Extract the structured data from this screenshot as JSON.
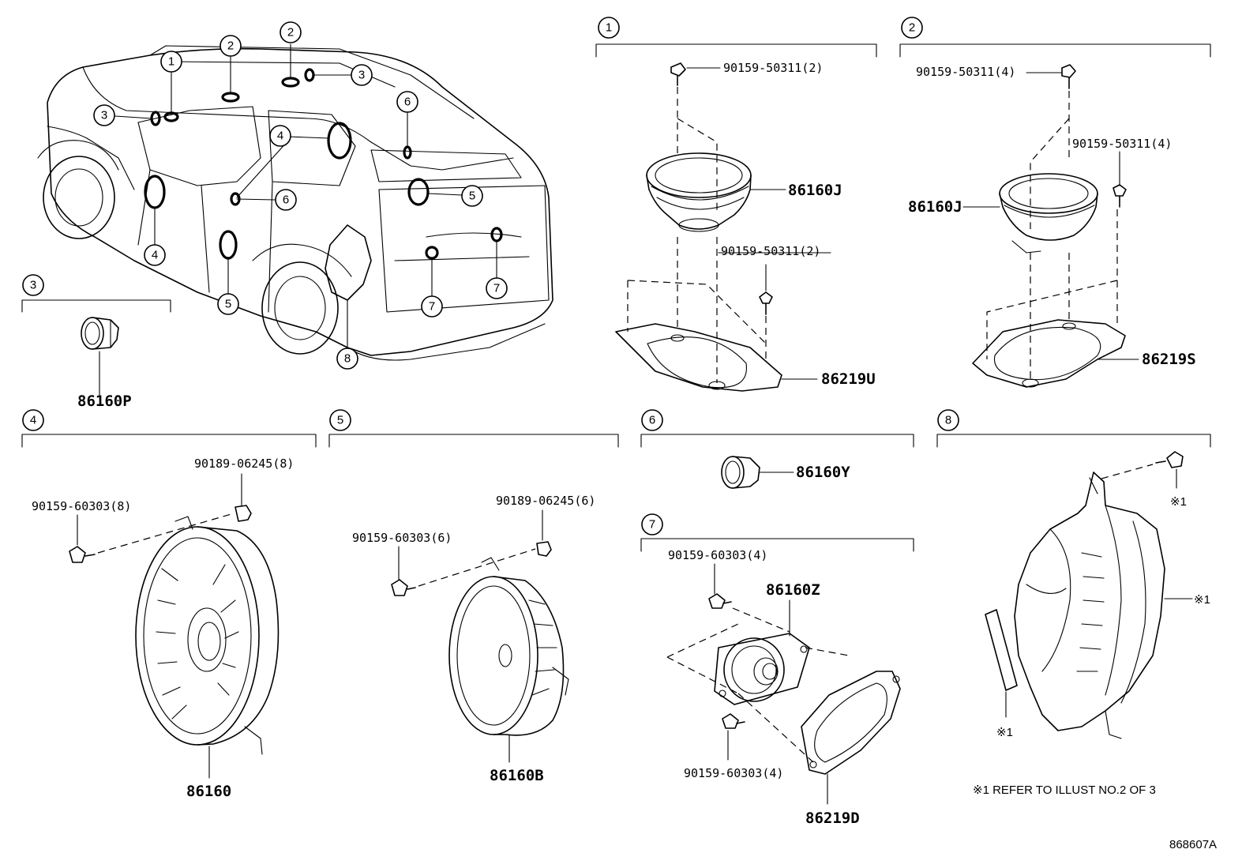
{
  "callouts": {
    "c1": "1",
    "c2": "2",
    "c3": "3",
    "c4": "4",
    "c5": "5",
    "c6": "6",
    "c7": "7",
    "c8": "8"
  },
  "parts": {
    "p86160P": "86160P",
    "p86160J": "86160J",
    "p86219U": "86219U",
    "p86219S": "86219S",
    "p86160": "86160",
    "p86160B": "86160B",
    "p86160Y": "86160Y",
    "p86160Z": "86160Z",
    "p86219D": "86219D",
    "screw_50311_2": "90159-50311(2)",
    "screw_50311_4": "90159-50311(4)",
    "screw_60303_8": "90159-60303(8)",
    "clip_06245_8": "90189-06245(8)",
    "screw_60303_6": "90159-60303(6)",
    "clip_06245_6": "90189-06245(6)",
    "screw_60303_4": "90159-60303(4)"
  },
  "notes": {
    "ref_mark": "※1",
    "refer_note": "※1 REFER TO ILLUST NO.2 OF 3",
    "illustration_id": "868607A"
  }
}
